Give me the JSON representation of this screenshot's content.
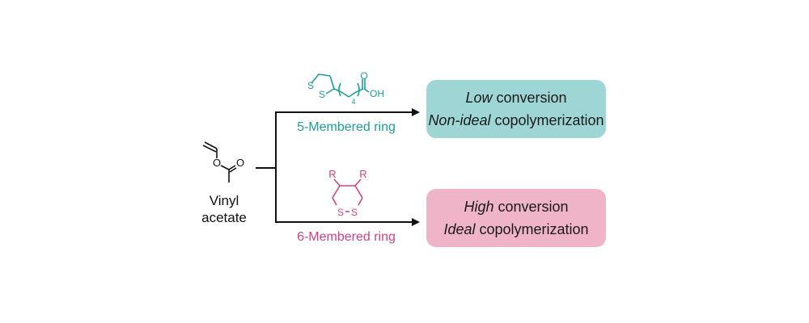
{
  "colors": {
    "teal": "#1a9e99",
    "pink": "#d3417c",
    "teal_box": "#9ed6d5",
    "pink_box": "#f0b4c9",
    "black": "#111111"
  },
  "reactant": {
    "name_line1": "Vinyl",
    "name_line2": "acetate",
    "atoms": {
      "ester_O": "O",
      "carbonyl_O": "O"
    }
  },
  "branch_top": {
    "label": "5-Membered ring",
    "molecule": {
      "ring_S1": "S",
      "ring_S2": "S",
      "subscript": "4",
      "carbonyl_O": "O",
      "hydroxyl": "OH"
    },
    "result": {
      "line1_italic": "Low",
      "line1_rest": " conversion",
      "line2_italic": "Non-ideal",
      "line2_rest": " copolymerization"
    }
  },
  "branch_bottom": {
    "label": "6-Membered ring",
    "molecule": {
      "R1": "R",
      "R2": "R",
      "ring_S1": "S",
      "ring_S2": "S"
    },
    "result": {
      "line1_italic": "High",
      "line1_rest": " conversion",
      "line2_italic": "Ideal",
      "line2_rest": " copolymerization"
    }
  }
}
